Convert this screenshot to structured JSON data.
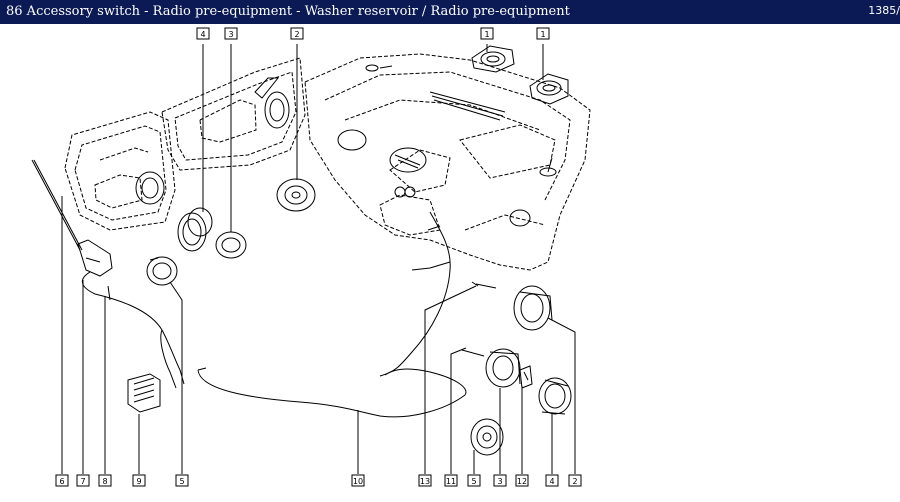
{
  "header": {
    "title": "86 Accessory switch - Radio pre-equipment - Washer reservoir / Radio pre-equipment",
    "page": "1385/"
  },
  "diagram": {
    "top_callouts": [
      "4",
      "3",
      "2",
      "1",
      "1"
    ],
    "bottom_callouts": [
      "6",
      "7",
      "8",
      "9",
      "5",
      "10",
      "13",
      "11",
      "5",
      "3",
      "12",
      "4",
      "2"
    ]
  }
}
